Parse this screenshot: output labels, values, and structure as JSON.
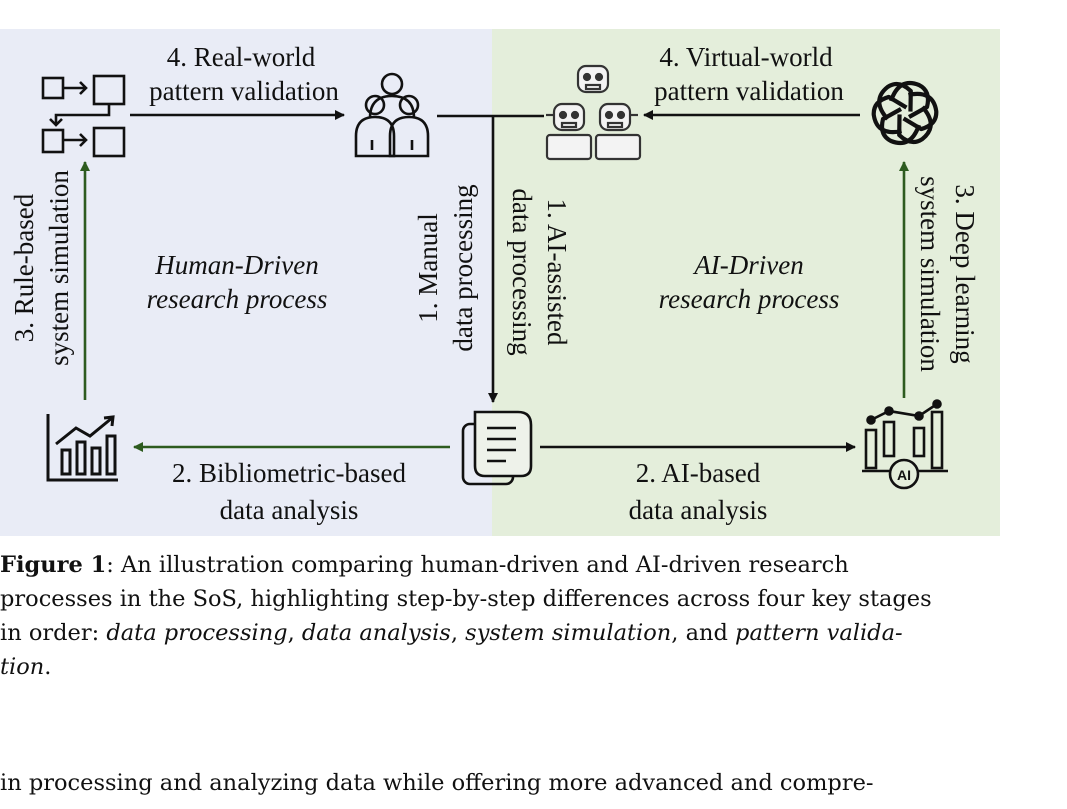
{
  "colors": {
    "human_panel": "#e9ecf6",
    "ai_panel": "#e4eedb",
    "ai_arrow": "#2d5b1f",
    "arrow": "#111111"
  },
  "human_panel": {
    "title_line1": "Human-Driven",
    "title_line2": "research process",
    "pattern_validation_line1": "4. Real-world",
    "pattern_validation_line2": "pattern validation",
    "data_processing_line1": "1. Manual",
    "data_processing_line2": "data processing",
    "data_analysis_line1": "2. Bibliometric-based",
    "data_analysis_line2": "data analysis",
    "system_simulation_line1": "3. Rule-based",
    "system_simulation_line2": "system simulation"
  },
  "ai_panel": {
    "title_line1": "AI-Driven",
    "title_line2": "research process",
    "pattern_validation_line1": "4. Virtual-world",
    "pattern_validation_line2": "pattern validation",
    "data_processing_line1": "1. AI-assisted",
    "data_processing_line2": "data processing",
    "data_analysis_line1": "2. AI-based",
    "data_analysis_line2": "data analysis",
    "system_simulation_line1": "3. Deep learning",
    "system_simulation_line2": "system simulation",
    "ai_badge": "AI"
  },
  "icons": [
    "flowchart-icon",
    "people-group-icon",
    "robot-group-icon",
    "openai-logo-icon",
    "documents-icon",
    "bar-chart-icon",
    "ai-analytics-icon"
  ],
  "caption": {
    "label": "Figure 1",
    "line1_rest": ": An illustration comparing human-driven and AI-driven research",
    "line2": "processes in the SoS, highlighting step-by-step differences across four key stages",
    "line3_prefix": "in order: ",
    "term1": "data processing",
    "sep1": ", ",
    "term2": "data analysis",
    "sep2": ", ",
    "term3": "system simulation",
    "sep3": ", and ",
    "term4_part1": "pattern valida-",
    "term4_part2": "tion",
    "end": "."
  },
  "body_text": "in processing and analyzing data while offering more advanced and compre-"
}
